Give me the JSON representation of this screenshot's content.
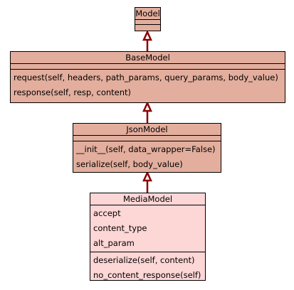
{
  "classes": {
    "model": {
      "name": "Model"
    },
    "base_model": {
      "name": "BaseModel",
      "methods": [
        "request(self, headers, path_params, query_params, body_value)",
        "response(self, resp, content)"
      ]
    },
    "json_model": {
      "name": "JsonModel",
      "methods": [
        "__init__(self, data_wrapper=False)",
        "serialize(self, body_value)"
      ]
    },
    "media_model": {
      "name": "MediaModel",
      "attributes": [
        "accept",
        "content_type",
        "alt_param"
      ],
      "methods": [
        "deserialize(self, content)",
        "no_content_response(self)"
      ]
    }
  },
  "colors": {
    "dark_fill": "#e3ae9d",
    "light_fill": "#fdd6d6",
    "arrow": "#8b0000",
    "border": "#000000"
  }
}
